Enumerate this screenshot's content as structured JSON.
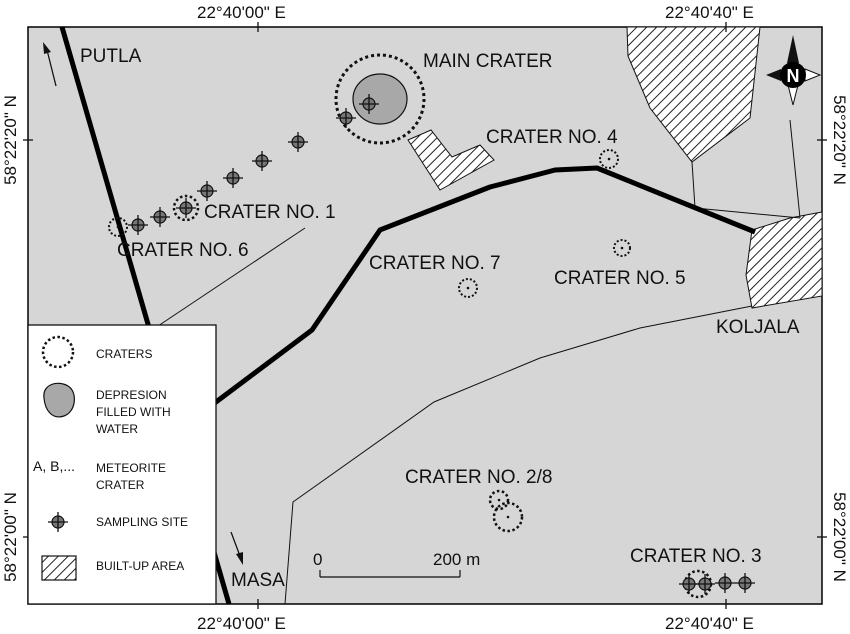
{
  "map": {
    "coordinates": {
      "top_left": "22°40'00\" E",
      "top_right": "22°40'40\" E",
      "bottom_left": "22°40'00\" E",
      "bottom_right": "22°40'40\" E",
      "left_upper": "58°22'20\" N",
      "left_lower": "58°22'00\" N",
      "right_upper": "58°22'20\" N",
      "right_lower": "58°22'00\" N"
    },
    "places": {
      "putla": "PUTLA",
      "masa": "MASA",
      "koljala": "KOLJALA"
    },
    "craters": {
      "main": "MAIN CRATER",
      "no1": "CRATER NO. 1",
      "no2_8": "CRATER NO. 2/8",
      "no3": "CRATER NO. 3",
      "no4": "CRATER NO. 4",
      "no5": "CRATER NO. 5",
      "no6": "CRATER NO. 6",
      "no7": "CRATER NO. 7"
    },
    "north_label": "N",
    "scale": {
      "start": "0",
      "end": "200 m"
    },
    "colors": {
      "land": "#d6d6d6",
      "water": "#a8a8a8",
      "frame": "#000000",
      "legend_bg": "#ffffff"
    }
  },
  "legend": {
    "craters": "CRATERS",
    "depression_line1": "DEPRESION",
    "depression_line2": "FILLED WITH",
    "depression_line3": "WATER",
    "meteorite_prefix": "A, B,...",
    "meteorite_line1": "METEORITE",
    "meteorite_line2": "CRATER",
    "sampling": "SAMPLING SITE",
    "builtup": "BUILT-UP AREA"
  }
}
